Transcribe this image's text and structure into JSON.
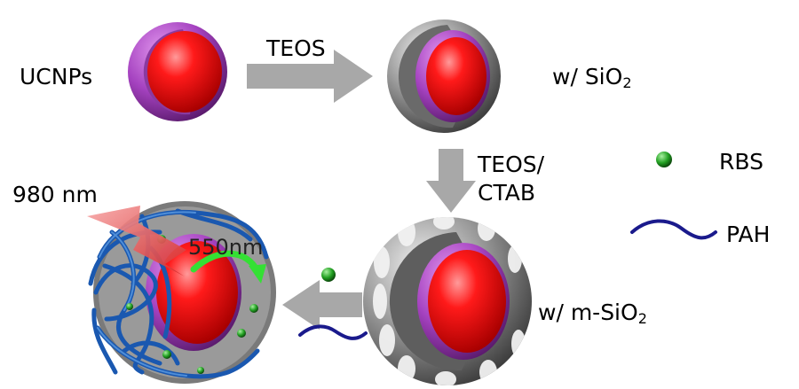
{
  "labels": {
    "ucnps": "UCNPs",
    "teos": "TEOS",
    "w_sio2": "w/ SiO",
    "w_sio2_sub": "2",
    "teos_slash": "TEOS/",
    "ctab": "CTAB",
    "rbs": "RBS",
    "pah": "PAH",
    "w_msio2": "w/ m-SiO",
    "w_msio2_sub": "2",
    "nm980": "980 nm",
    "nm550": "550nm"
  },
  "colors": {
    "core": "#ff1010",
    "purple_shell": "#a040b8",
    "silica": "#8c8c8c",
    "arrow": "#a8a8a8",
    "rbs_dot": "#22a022",
    "pah_line": "#1a1a8c",
    "polymer": "#1a58b0",
    "laser": "#e84040",
    "emission": "#34e034"
  }
}
